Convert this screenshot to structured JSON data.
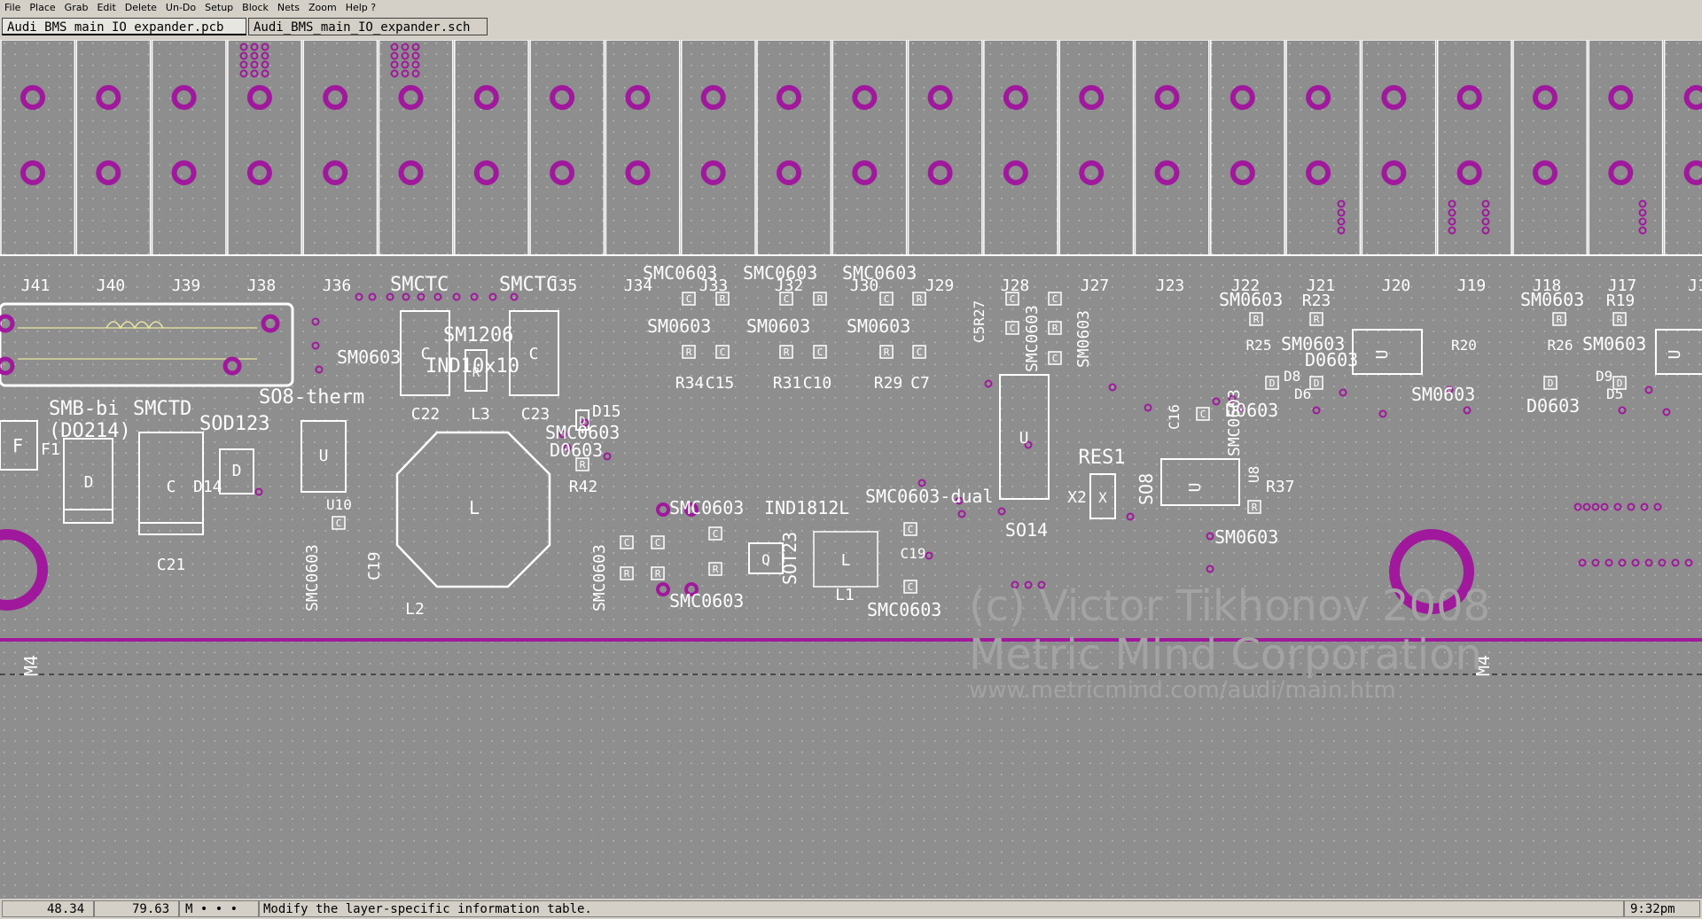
{
  "menu": [
    "File",
    "Place",
    "Grab",
    "Edit",
    "Delete",
    "Un-Do",
    "Setup",
    "Block",
    "Nets",
    "Zoom",
    "Help ?"
  ],
  "tabs": [
    "Audi_BMS_main_IO_expander.pcb",
    "Audi_BMS_main_IO_expander.sch"
  ],
  "status": {
    "x": "48.34",
    "y": "79.63",
    "mode": "M • • •",
    "message": "Modify the layer-specific information table.",
    "time": "9:32pm"
  },
  "colors": {
    "background": "#8e8e8e",
    "silkscreen": "#ffffff",
    "pad": "#a0189c",
    "grid_dot": "#b8b8b8"
  },
  "connector_labels": [
    "J41",
    "J40",
    "J39",
    "J38",
    "J36",
    "J35",
    "J34",
    "J33",
    "J32",
    "J30",
    "J29",
    "J28",
    "J27",
    "J23",
    "J22",
    "J21",
    "J20",
    "J19",
    "J18",
    "J17",
    "J1"
  ],
  "component_labels": {
    "smb": "SMB-bi",
    "do214": "(DO214)",
    "smctd": "SMCTD",
    "sod123": "SOD123",
    "so8_thermal": "SO8-therm",
    "sm1206": "SM1206",
    "ind10x10": "IND10x10",
    "smctc": "SMCTC",
    "smc0603": "SMC0603",
    "sm0603": "SM0603",
    "d0603": "D0603",
    "ind1812l": "IND1812L",
    "sot23": "SOT23",
    "smc0603_dual": "SMC0603-dual",
    "so14": "SO14",
    "res1": "RES1",
    "so8": "SO8",
    "m4": "M4"
  },
  "refdes": {
    "f1": "F1",
    "d14": "D14",
    "c21": "C21",
    "c22": "C22",
    "c23": "C23",
    "l3": "L3",
    "l2": "L2",
    "d15": "D15",
    "r42": "R42",
    "u10": "U10",
    "c19": "C19",
    "r34": "R34",
    "c15": "C15",
    "r31": "R31",
    "c10": "C10",
    "r29": "R29",
    "c7": "C7",
    "r27": "R27",
    "c5": "C5",
    "l1": "L1",
    "x2": "X2",
    "u8": "U8",
    "r37": "R37",
    "r25": "R25",
    "d8": "D8",
    "d6": "D6",
    "r23": "R23",
    "r20": "R20",
    "r26": "R26",
    "d9": "D9",
    "d5": "D5",
    "r19": "R19",
    "c16": "C16",
    "q": "Q"
  },
  "watermark": {
    "line1": "(c) Victor Tikhonov 2008",
    "line2": "Metric Mind Corporation",
    "line3": "www.metricmind.com/audi/main.htm"
  }
}
